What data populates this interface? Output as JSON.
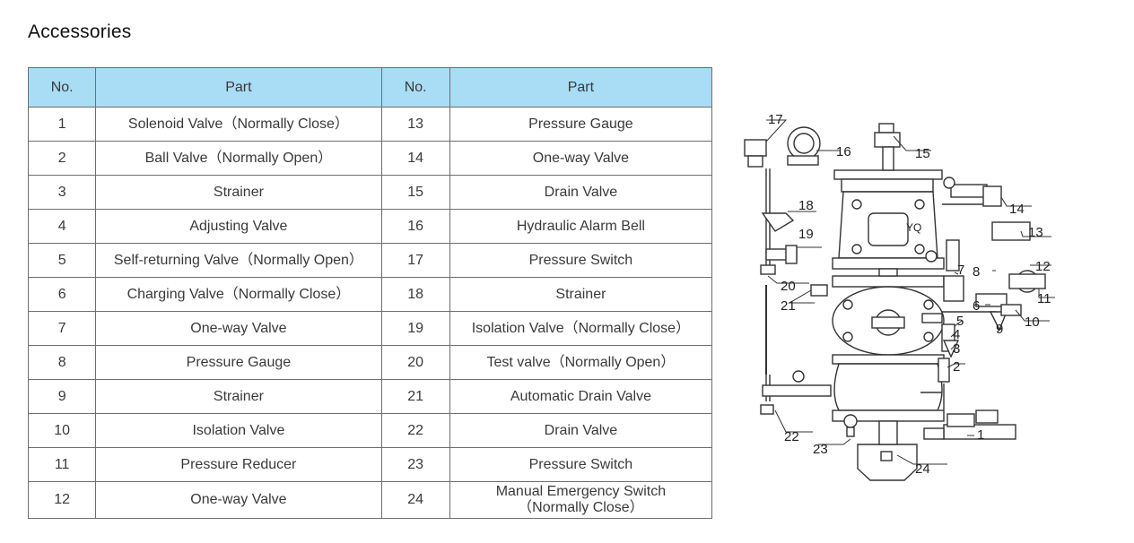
{
  "title": "Accessories",
  "table": {
    "headers": [
      "No.",
      "Part",
      "No.",
      "Part"
    ],
    "rows": [
      {
        "no1": "1",
        "part1": "Solenoid Valve（Normally Close）",
        "no2": "13",
        "part2": "Pressure Gauge"
      },
      {
        "no1": "2",
        "part1": "Ball Valve（Normally Open）",
        "no2": "14",
        "part2": "One-way Valve"
      },
      {
        "no1": "3",
        "part1": "Strainer",
        "no2": "15",
        "part2": "Drain Valve"
      },
      {
        "no1": "4",
        "part1": "Adjusting Valve",
        "no2": "16",
        "part2": "Hydraulic Alarm Bell"
      },
      {
        "no1": "5",
        "part1": "Self-returning Valve（Normally Open）",
        "no2": "17",
        "part2": "Pressure Switch"
      },
      {
        "no1": "6",
        "part1": "Charging Valve（Normally Close）",
        "no2": "18",
        "part2": "Strainer"
      },
      {
        "no1": "7",
        "part1": "One-way Valve",
        "no2": "19",
        "part2": "Isolation Valve（Normally Close）"
      },
      {
        "no1": "8",
        "part1": "Pressure Gauge",
        "no2": "20",
        "part2": "Test valve（Normally Open）"
      },
      {
        "no1": "9",
        "part1": "Strainer",
        "no2": "21",
        "part2": "Automatic Drain Valve"
      },
      {
        "no1": "10",
        "part1": "Isolation Valve",
        "no2": "22",
        "part2": "Drain Valve"
      },
      {
        "no1": "11",
        "part1": "Pressure Reducer",
        "no2": "23",
        "part2": "Pressure Switch"
      },
      {
        "no1": "12",
        "part1": "One-way Valve",
        "no2": "24",
        "part2": "Manual Emergency Switch\n（Normally Close）"
      }
    ]
  },
  "diagram": {
    "valve_logo": "YQ",
    "callouts": [
      "1",
      "2",
      "3",
      "4",
      "5",
      "6",
      "7",
      "8",
      "9",
      "10",
      "11",
      "12",
      "13",
      "14",
      "15",
      "16",
      "17",
      "18",
      "19",
      "20",
      "21",
      "22",
      "23",
      "24"
    ]
  }
}
